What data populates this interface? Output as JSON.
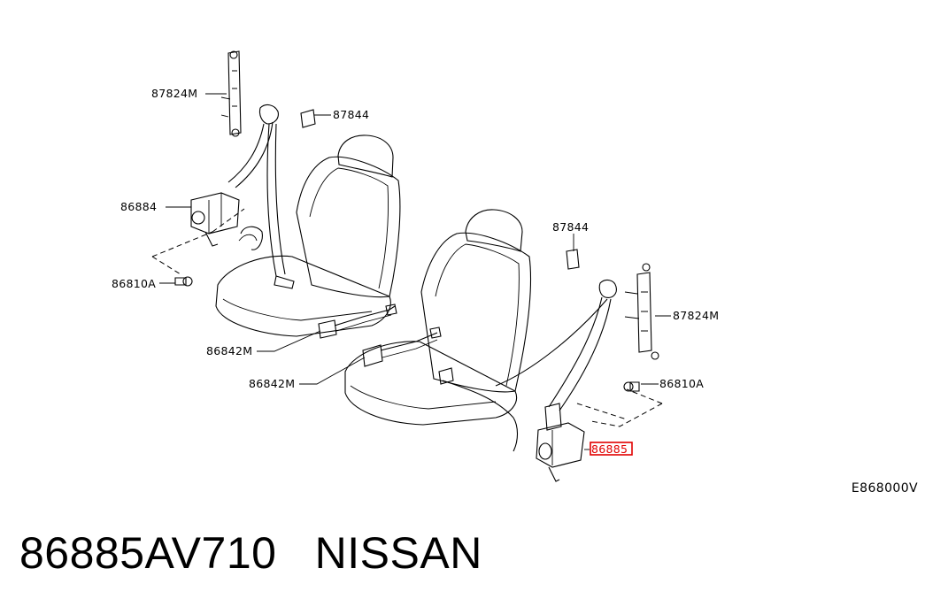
{
  "labels": {
    "l1": "87824M",
    "l2": "87844",
    "l3": "86884",
    "l4": "86810A",
    "l5": "86842M",
    "l6": "86842M",
    "l7": "87844",
    "l8": "87824M",
    "l9": "86810A",
    "l10": "86885"
  },
  "diagram_code": "E868000V",
  "caption": {
    "part_number": "86885AV710",
    "brand": "NISSAN"
  },
  "highlight_color": "#e10000"
}
